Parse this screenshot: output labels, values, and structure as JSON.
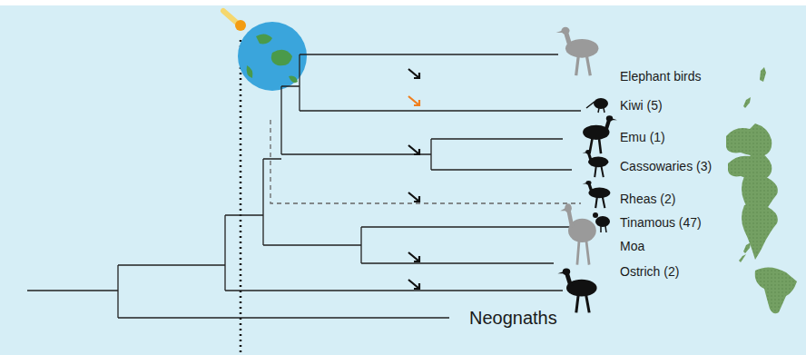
{
  "diagram": {
    "labels": [
      "Elephant birds",
      "Kiwi (5)",
      "Emu (1)",
      "Cassowaries (3)",
      "Rheas (2)",
      "Tinamous (47)",
      "Moa",
      "Ostrich (2)",
      "Neognaths"
    ]
  }
}
